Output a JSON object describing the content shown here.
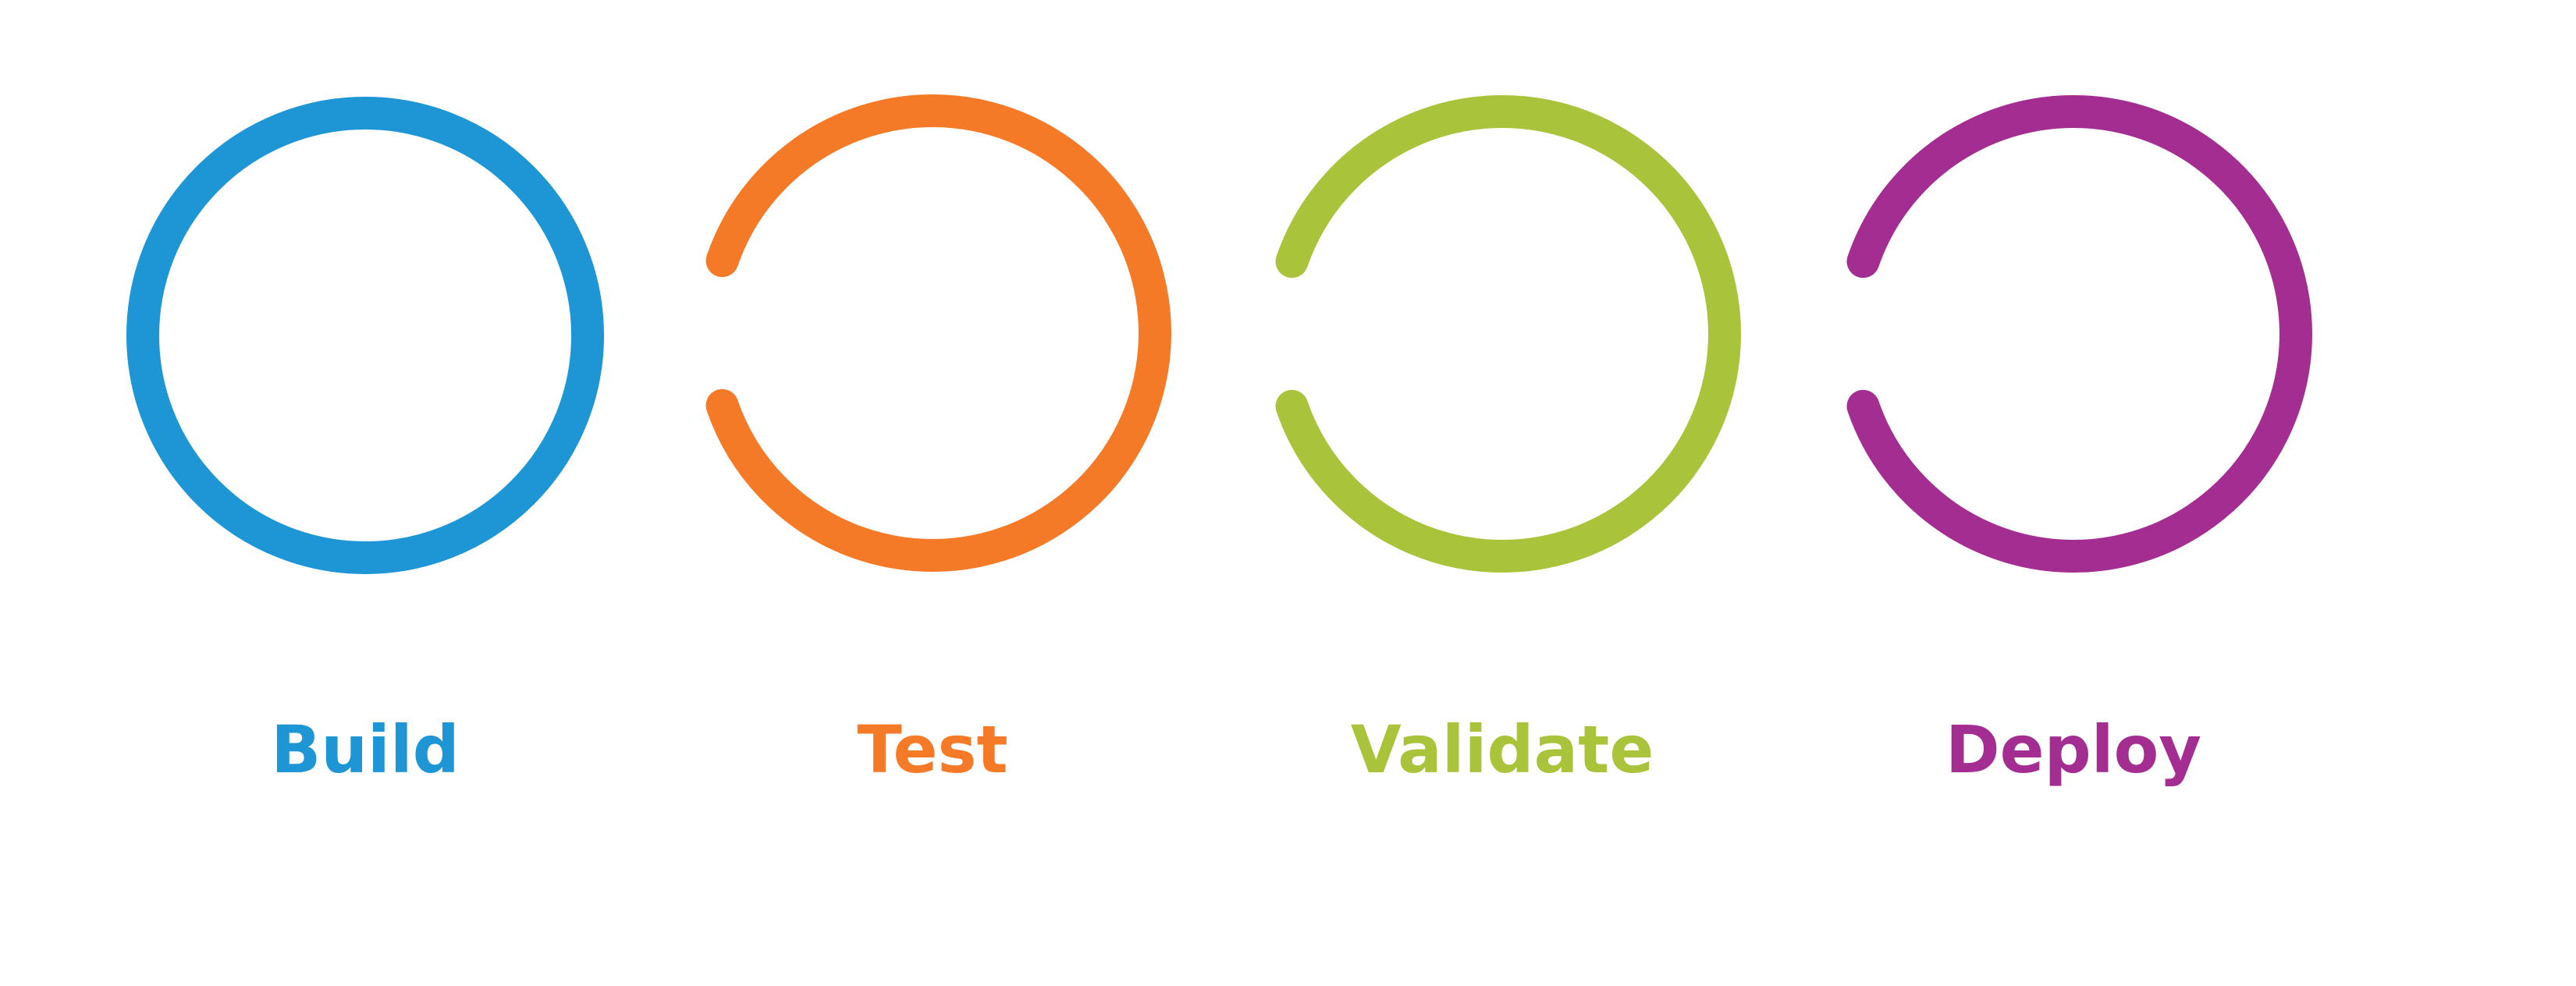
{
  "stages": [
    {
      "label": "Build",
      "color": "#1e96d6",
      "shape": "full-ring"
    },
    {
      "label": "Test",
      "color": "#f47a28",
      "shape": "open-ring"
    },
    {
      "label": "Validate",
      "color": "#a9c33b",
      "shape": "open-ring"
    },
    {
      "label": "Deploy",
      "color": "#a32d90",
      "shape": "open-ring"
    }
  ]
}
